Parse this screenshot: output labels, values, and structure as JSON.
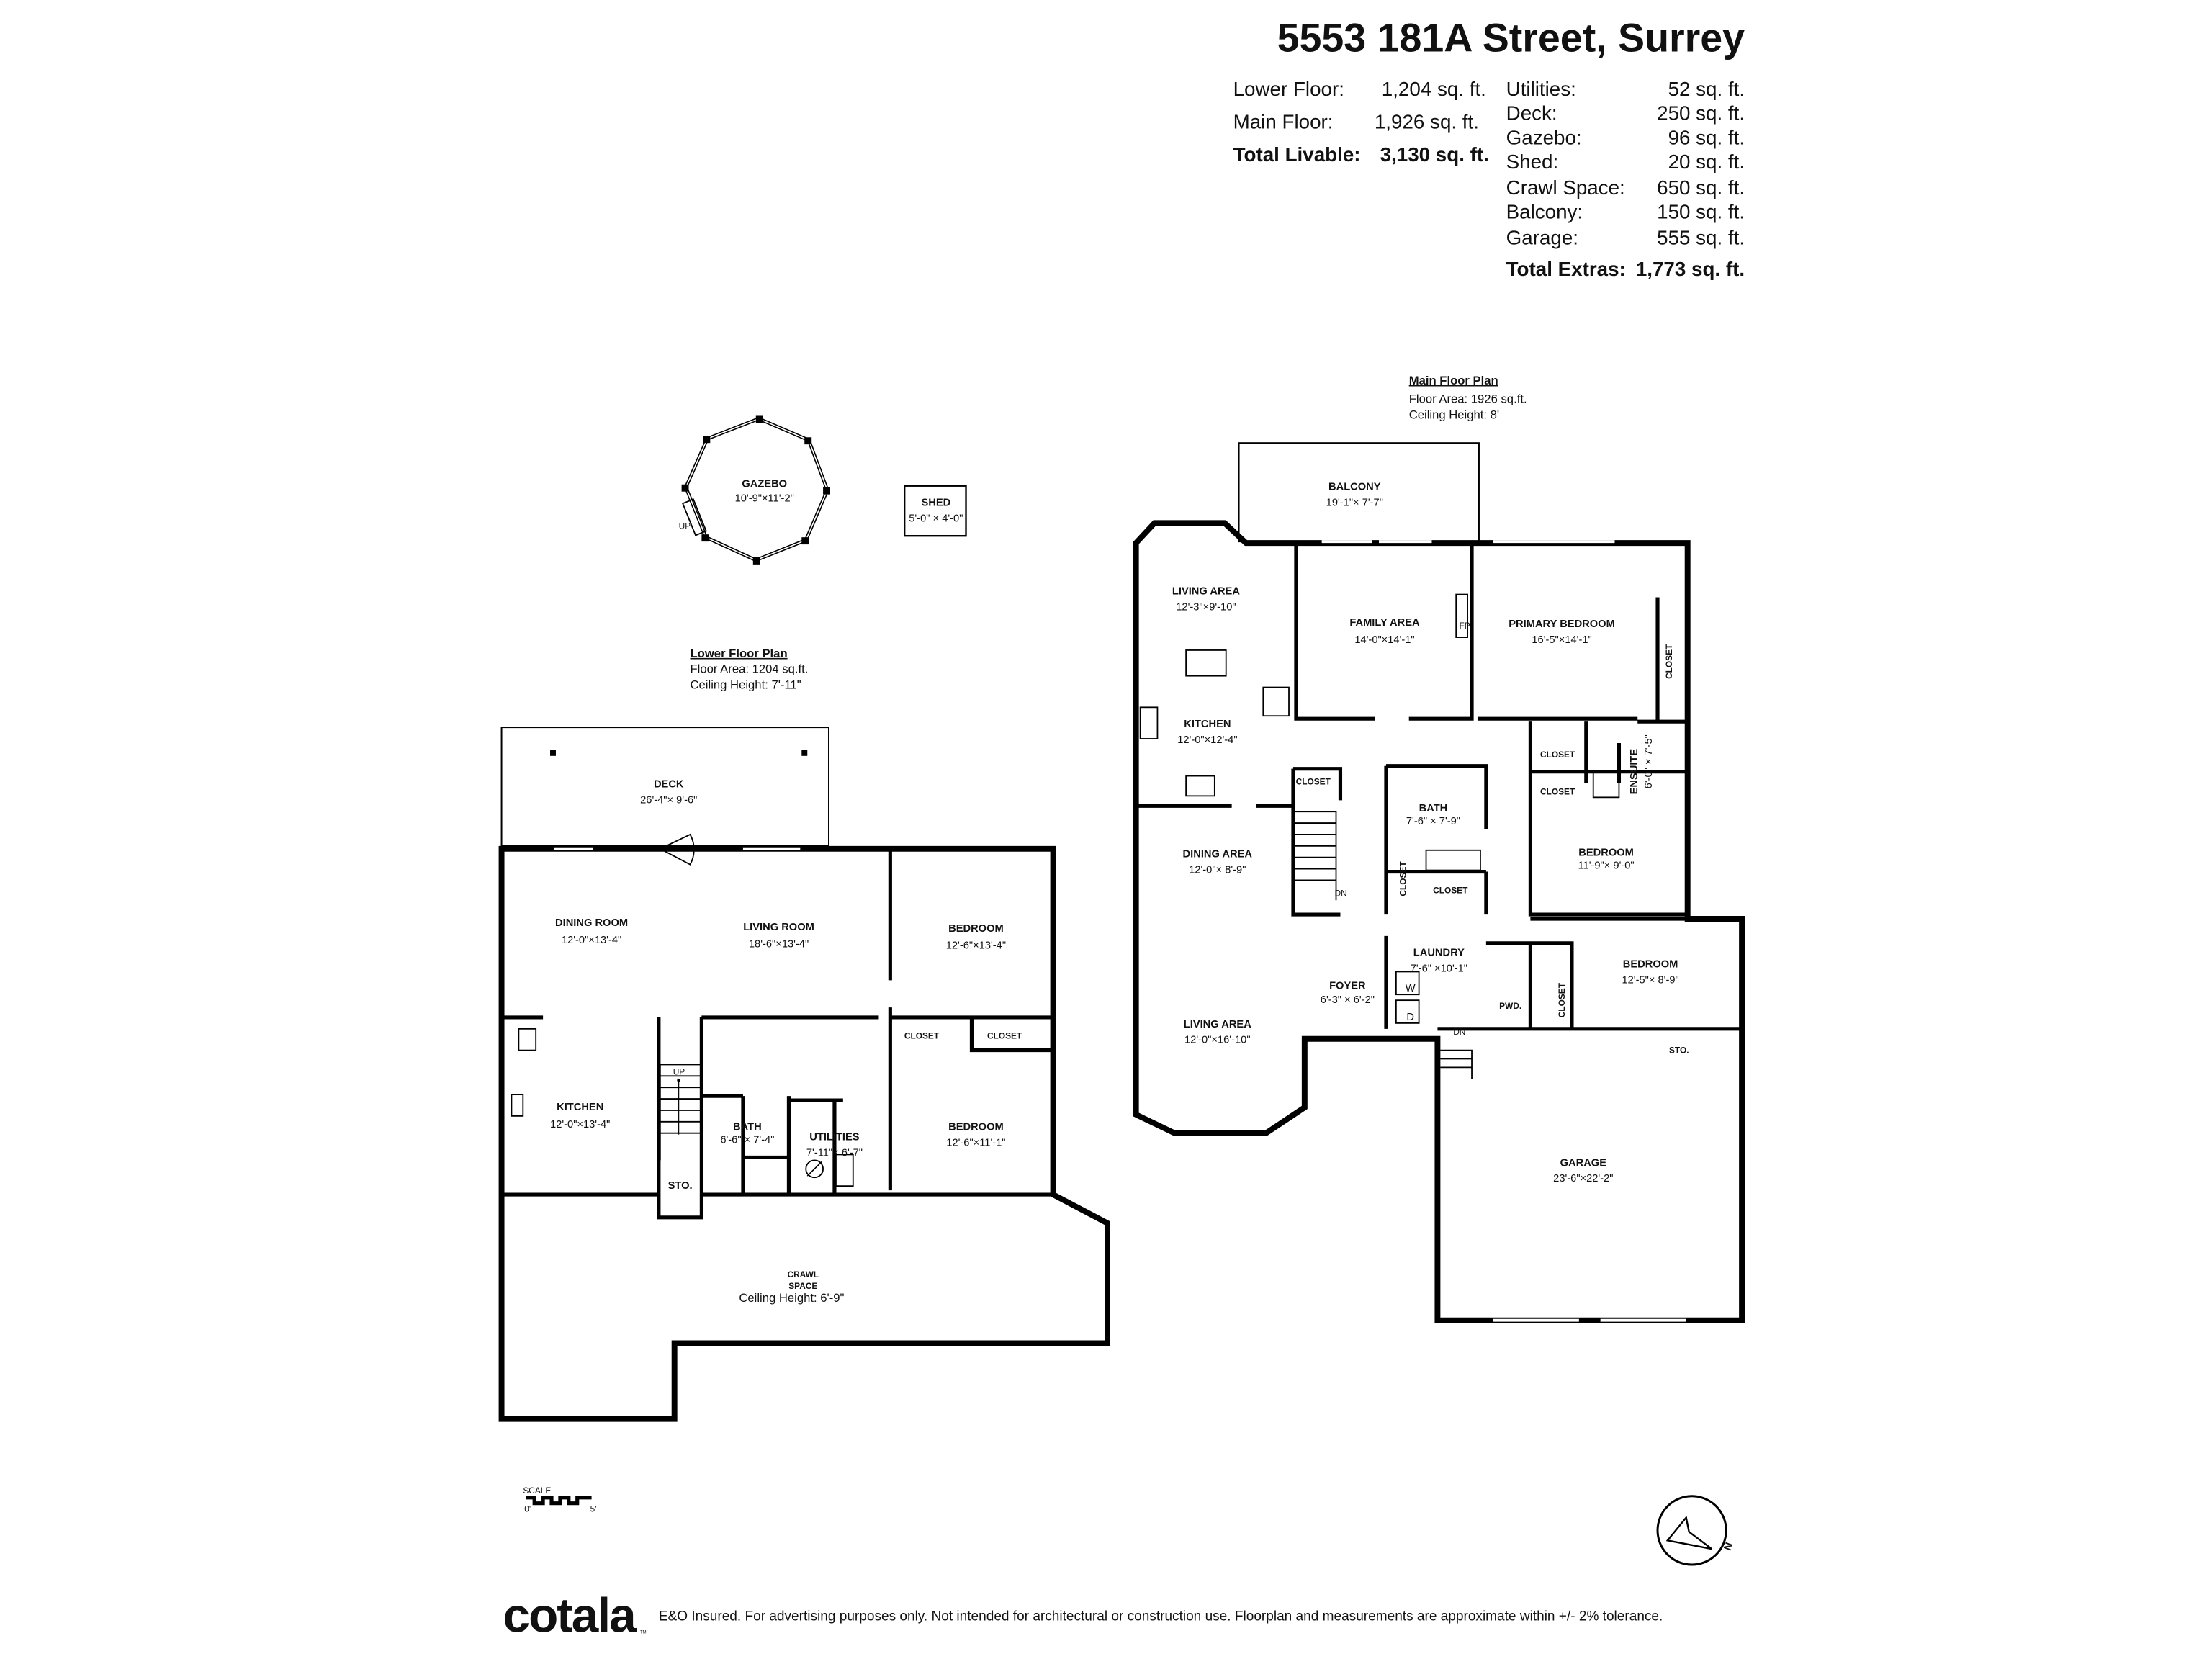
{
  "title": "5553 181A Street, Surrey",
  "summary": {
    "livable": [
      {
        "label": "Lower Floor:",
        "value": "1,204 sq. ft."
      },
      {
        "label": "Main Floor:",
        "value": "1,926 sq. ft."
      }
    ],
    "total_livable": {
      "label": "Total Livable:",
      "value": "3,130 sq. ft."
    },
    "extras": [
      {
        "label": "Utilities:",
        "value": "52 sq. ft."
      },
      {
        "label": "Deck:",
        "value": "250 sq. ft."
      },
      {
        "label": "Gazebo:",
        "value": "96 sq. ft."
      },
      {
        "label": "Shed:",
        "value": "20 sq. ft."
      },
      {
        "label": "Crawl Space:",
        "value": "650 sq. ft."
      },
      {
        "label": "Balcony:",
        "value": "150 sq. ft."
      },
      {
        "label": "Garage:",
        "value": "555 sq. ft."
      }
    ],
    "total_extras": {
      "label": "Total Extras:",
      "value": "1,773 sq. ft."
    }
  },
  "outbuildings": {
    "gazebo": {
      "name": "GAZEBO",
      "dims": "10'-9\"×11'-2\"",
      "up": "UP"
    },
    "shed": {
      "name": "SHED",
      "dims": "5'-0\" × 4'-0\""
    }
  },
  "lower_floor": {
    "heading": "Lower Floor Plan",
    "area": "Floor Area: 1204 sq.ft.",
    "ceiling": "Ceiling Height: 7'-11\"",
    "rooms": {
      "deck": {
        "name": "DECK",
        "dims": "26'-4\"× 9'-6\""
      },
      "dining": {
        "name": "DINING ROOM",
        "dims": "12'-0\"×13'-4\""
      },
      "living": {
        "name": "LIVING ROOM",
        "dims": "18'-6\"×13'-4\""
      },
      "bedroom1": {
        "name": "BEDROOM",
        "dims": "12'-6\"×13'-4\""
      },
      "kitchen": {
        "name": "KITCHEN",
        "dims": "12'-0\"×13'-4\""
      },
      "bath": {
        "name": "BATH",
        "dims": "6'-6\" × 7'-4\""
      },
      "utilities": {
        "name": "UTILITIES",
        "dims": "7'-11\"× 6'-7\""
      },
      "bedroom2": {
        "name": "BEDROOM",
        "dims": "12'-6\"×11'-1\""
      },
      "closet1": "CLOSET",
      "closet2": "CLOSET",
      "storage": "STO.",
      "stairs_up": "UP",
      "crawl": {
        "name1": "CRAWL",
        "name2": "SPACE",
        "ceiling": "Ceiling Height: 6'-9\""
      }
    }
  },
  "main_floor": {
    "heading": "Main Floor Plan",
    "area": "Floor Area: 1926 sq.ft.",
    "ceiling": "Ceiling Height: 8'",
    "rooms": {
      "balcony": {
        "name": "BALCONY",
        "dims": "19'-1\"× 7'-7\""
      },
      "living_top": {
        "name": "LIVING AREA",
        "dims": "12'-3\"×9'-10\""
      },
      "family": {
        "name": "FAMILY AREA",
        "dims": "14'-0\"×14'-1\""
      },
      "fireplace": "FP",
      "primary": {
        "name": "PRIMARY BEDROOM",
        "dims": "16'-5\"×14'-1\""
      },
      "kitchen": {
        "name": "KITCHEN",
        "dims": "12'-0\"×12'-4\""
      },
      "bath": {
        "name": "BATH",
        "dims": "7'-6\" × 7'-9\""
      },
      "ensuite": {
        "name": "ENSUITE",
        "dims": "6'-0\" × 7'-5\""
      },
      "bedroom1": {
        "name": "BEDROOM",
        "dims": "11'-9\"× 9'-0\""
      },
      "dining": {
        "name": "DINING AREA",
        "dims": "12'-0\"× 8'-9\""
      },
      "laundry": {
        "name": "LAUNDRY",
        "dims": "7'-6\" ×10'-1\""
      },
      "bedroom2": {
        "name": "BEDROOM",
        "dims": "12'-5\"× 8'-9\""
      },
      "foyer": {
        "name": "FOYER",
        "dims": "6'-3\" × 6'-2\""
      },
      "living_bottom": {
        "name": "LIVING AREA",
        "dims": "12'-0\"×16'-10\""
      },
      "garage": {
        "name": "GARAGE",
        "dims": "23'-6\"×22'-2\""
      },
      "closets": [
        "CLOSET",
        "CLOSET",
        "CLOSET",
        "CLOSET",
        "CLOSET",
        "CLOSET",
        "CLOSET"
      ],
      "pwd": "PWD.",
      "storage": "STO.",
      "washer": "W",
      "dryer": "D",
      "stairs_dn1": "DN",
      "stairs_dn2": "DN"
    }
  },
  "scale": {
    "label": "SCALE",
    "start": "0'",
    "end": "5'"
  },
  "compass": {
    "north": "N"
  },
  "footer": {
    "logo": "cotala",
    "tm": "TM",
    "disclaimer": "E&O Insured. For advertising purposes only. Not intended for architectural or construction use. Floorplan and measurements are approximate within +/- 2% tolerance."
  }
}
